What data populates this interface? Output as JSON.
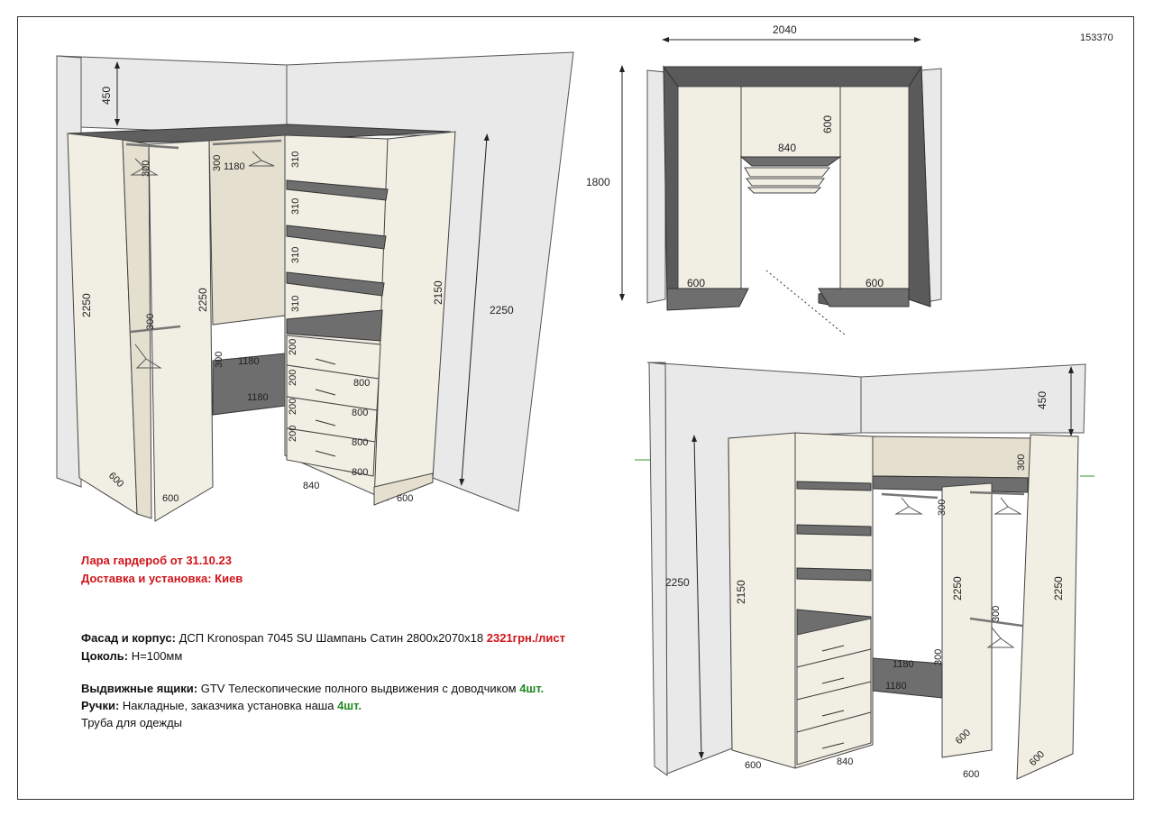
{
  "order_number": "153370",
  "header": {
    "title": "Лара гардероб от 31.10.23",
    "delivery": "Доставка и установка: Киев"
  },
  "specs": {
    "facade_label": "Фасад и корпус:",
    "facade_value": "ДСП Kronospan 7045 SU Шампань Сатин 2800х2070х18",
    "facade_price": "2321грн./лист",
    "plinth_label": "Цоколь:",
    "plinth_value": "Н=100мм",
    "drawers_label": "Выдвижные ящики:",
    "drawers_value": "GTV Телескопические полного выдвижения с доводчиком",
    "drawers_qty": "4шт.",
    "handles_label": "Ручки:",
    "handles_value": "Накладные, заказчика установка наша",
    "handles_qty": "4шт.",
    "rod_text": "Труба для одежды"
  },
  "view_left": {
    "dims": {
      "top_gap": "450",
      "left_height": "2250",
      "mid_height": "2250",
      "right_height": "2150",
      "wall_height": "2250",
      "shelf_gaps": [
        "310",
        "310",
        "310",
        "310"
      ],
      "drawer_heights": [
        "200",
        "200",
        "200",
        "200"
      ],
      "drawer_widths": [
        "800",
        "800",
        "800",
        "800"
      ],
      "rod_gap_top": "300",
      "rod_gap_top2": "300",
      "rod_gap_mid": "300",
      "rod_gap_low": "300",
      "span_top": "1180",
      "span_mid": "1180",
      "span_low": "1180",
      "depth_left": "600",
      "depth_mid": "600",
      "width_right": "840",
      "depth_right": "600"
    }
  },
  "view_plan": {
    "dims": {
      "total_width": "2040",
      "total_depth": "1800",
      "center_width": "840",
      "center_depth": "600",
      "left_depth": "600",
      "right_depth": "600"
    }
  },
  "view_right": {
    "dims": {
      "top_gap": "450",
      "wall_height": "2250",
      "left_height": "2150",
      "mid_height": "2250",
      "right_height": "2250",
      "rod_gap_top": "300",
      "rod_gap_a": "300",
      "rod_gap_b": "300",
      "rod_gap_c": "300",
      "span_a": "1180",
      "span_b": "1180",
      "depth_left": "600",
      "width_left": "840",
      "depth_mid": "600",
      "depth_right": "600"
    }
  }
}
